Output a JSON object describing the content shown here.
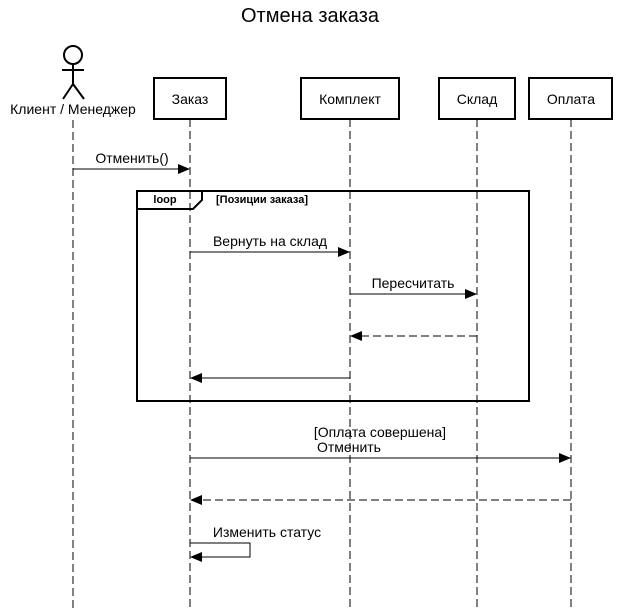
{
  "diagram": {
    "title": "Отмена заказа",
    "actor": {
      "label": "Клиент / Менеджер"
    },
    "participants": {
      "order": "Заказ",
      "kit": "Комплект",
      "warehouse": "Склад",
      "payment": "Оплата"
    },
    "loop": {
      "keyword": "loop",
      "guard": "[Позиции заказа]"
    },
    "messages": {
      "cancel": "Отменить()",
      "return_to_warehouse": "Вернуть на склад",
      "recount": "Пересчитать",
      "payment_guard": "[Оплата совершена]",
      "payment_cancel": "Отменить",
      "change_status": "Изменить статус"
    }
  }
}
